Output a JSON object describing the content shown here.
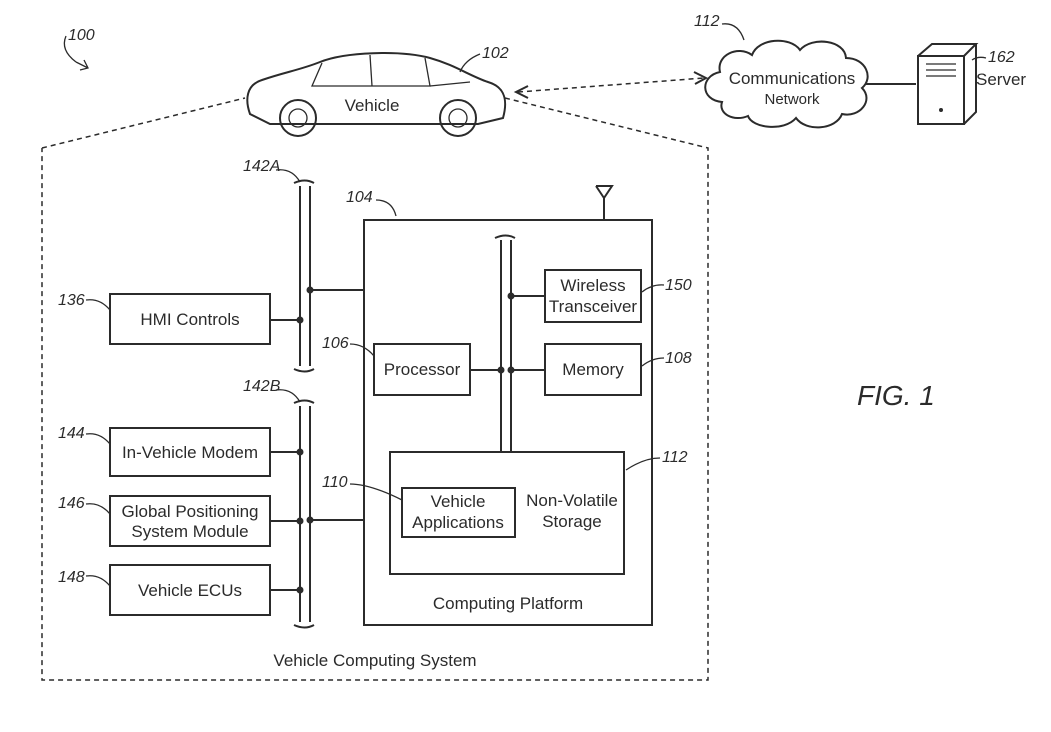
{
  "figure": {
    "title": "FIG. 1",
    "ref_system": "100"
  },
  "vehicle": {
    "label": "Vehicle",
    "ref": "102"
  },
  "network": {
    "label_line1": "Communications",
    "label_line2": "Network",
    "ref": "112"
  },
  "server": {
    "label": "Server",
    "ref": "162"
  },
  "system": {
    "label": "Vehicle Computing System"
  },
  "buses": {
    "bus_a_ref": "142A",
    "bus_b_ref": "142B"
  },
  "platform": {
    "label": "Computing Platform",
    "ref": "104"
  },
  "blocks": {
    "hmi": {
      "label": "HMI Controls",
      "ref": "136"
    },
    "modem": {
      "label": "In-Vehicle Modem",
      "ref": "144"
    },
    "gps": {
      "label_line1": "Global Positioning",
      "label_line2": "System Module",
      "ref": "146"
    },
    "ecus": {
      "label": "Vehicle ECUs",
      "ref": "148"
    },
    "processor": {
      "label": "Processor",
      "ref": "106"
    },
    "transceiver": {
      "label_line1": "Wireless",
      "label_line2": "Transceiver",
      "ref": "150"
    },
    "memory": {
      "label": "Memory",
      "ref": "108"
    },
    "storage": {
      "label_line1": "Non-Volatile",
      "label_line2": "Storage",
      "ref": "112"
    },
    "apps": {
      "label_line1": "Vehicle",
      "label_line2": "Applications",
      "ref": "110"
    }
  }
}
